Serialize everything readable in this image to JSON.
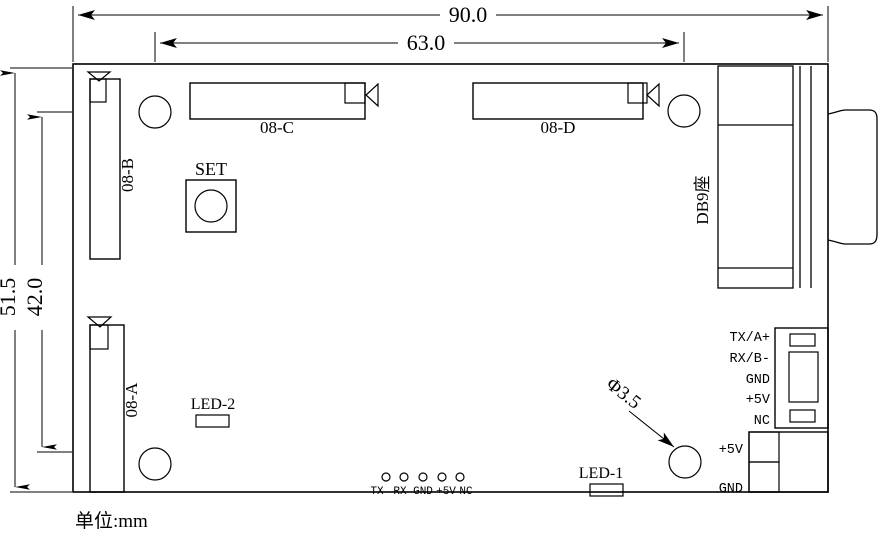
{
  "drawing": {
    "title_note": "单位:mm",
    "unit": "mm"
  },
  "dimensions": {
    "overall_width": "90.0",
    "inner_width": "63.0",
    "overall_height": "51.5",
    "inner_height": "42.0",
    "hole_diameter": "Φ3.5"
  },
  "components": {
    "connector_a": "08-A",
    "connector_b": "08-B",
    "connector_c": "08-C",
    "connector_d": "08-D",
    "button": "SET",
    "db9": "DB9座",
    "led1": "LED-1",
    "led2": "LED-2"
  },
  "header_pins": {
    "labels": [
      "TX",
      "RX",
      "GND",
      "+5V",
      "NC"
    ]
  },
  "terminal_block_signal": {
    "labels": [
      "TX/A+",
      "RX/B-",
      "GND",
      "+5V",
      "NC"
    ]
  },
  "terminal_block_power": {
    "labels": [
      "+5V",
      "GND"
    ]
  },
  "colors": {
    "line": "#000000",
    "background": "#ffffff"
  }
}
